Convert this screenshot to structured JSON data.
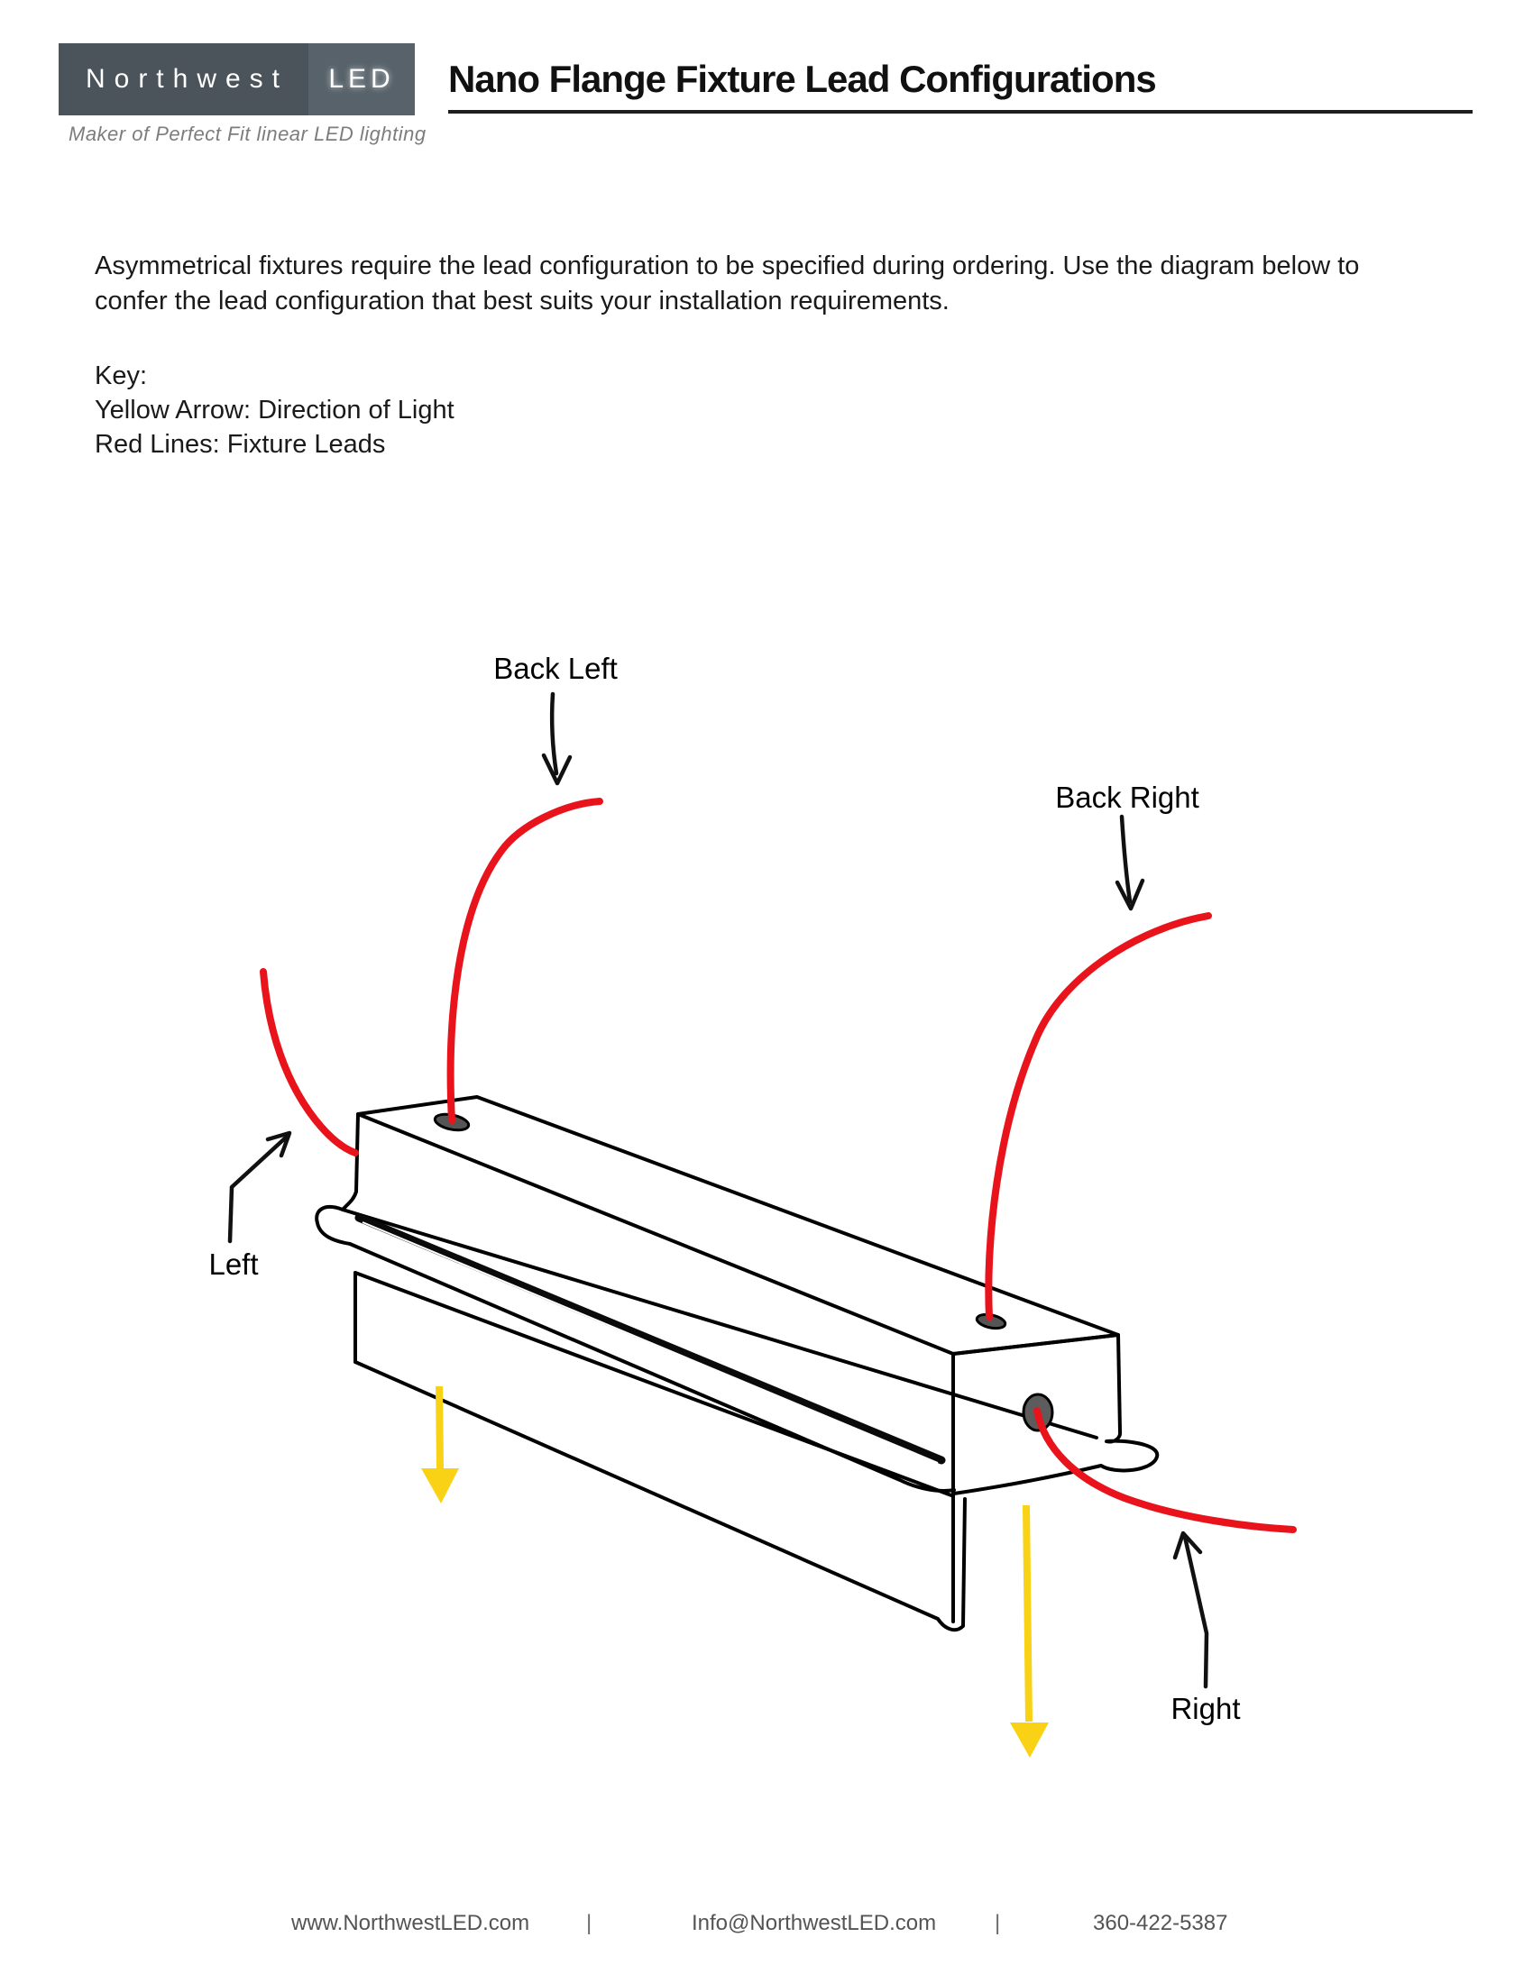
{
  "logo": {
    "brand_primary": "Northwest",
    "brand_secondary": "LED",
    "tagline": "Maker of Perfect Fit linear LED lighting",
    "bg_primary": "#4a545a",
    "bg_secondary": "#57626a",
    "text_color": "#ffffff",
    "tagline_color": "#7d7d7d"
  },
  "header": {
    "title": "Nano Flange Fixture Lead Configurations"
  },
  "intro": {
    "line1": "Asymmetrical fixtures require the lead configuration to be specified during ordering. Use the diagram below to",
    "line2": "confer the lead configuration that best suits your installation requirements."
  },
  "key": {
    "heading": "Key:",
    "item1": "Yellow Arrow: Direction of Light",
    "item2": "Red Lines: Fixture Leads"
  },
  "diagram": {
    "labels": {
      "back_left": "Back Left",
      "back_right": "Back Right",
      "left": "Left",
      "right": "Right"
    },
    "colors": {
      "lead_red": "#e8131b",
      "light_yellow": "#f9d215",
      "hole_gray": "#555555",
      "outline": "#000000"
    }
  },
  "footer": {
    "website": "www.NorthwestLED.com",
    "separator1": "|",
    "email": "Info@NorthwestLED.com",
    "separator2": "|",
    "phone": "360-422-5387"
  }
}
